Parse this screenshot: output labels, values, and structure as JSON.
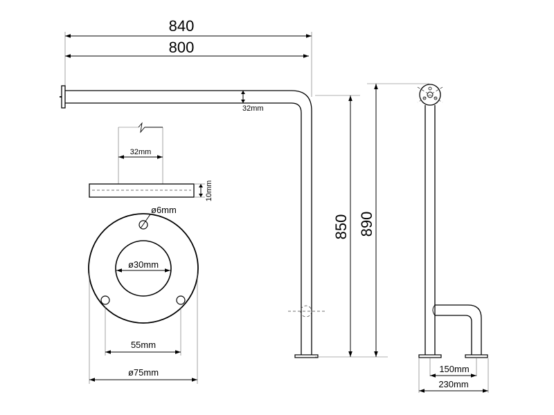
{
  "labels": {
    "overall_width": "840",
    "bar_length": "800",
    "height_850": "850",
    "height_890": "890",
    "tube_diameter_top": "32mm",
    "tube_diameter_section": "32mm",
    "plate_thickness": "10mm",
    "hole_diameter": "ø6mm",
    "center_hole": "ø30mm",
    "hole_spacing": "55mm",
    "plate_diameter": "ø75mm",
    "foot_inner": "150mm",
    "foot_outer": "230mm"
  },
  "colors": {
    "line": "#000000",
    "background": "#ffffff"
  }
}
